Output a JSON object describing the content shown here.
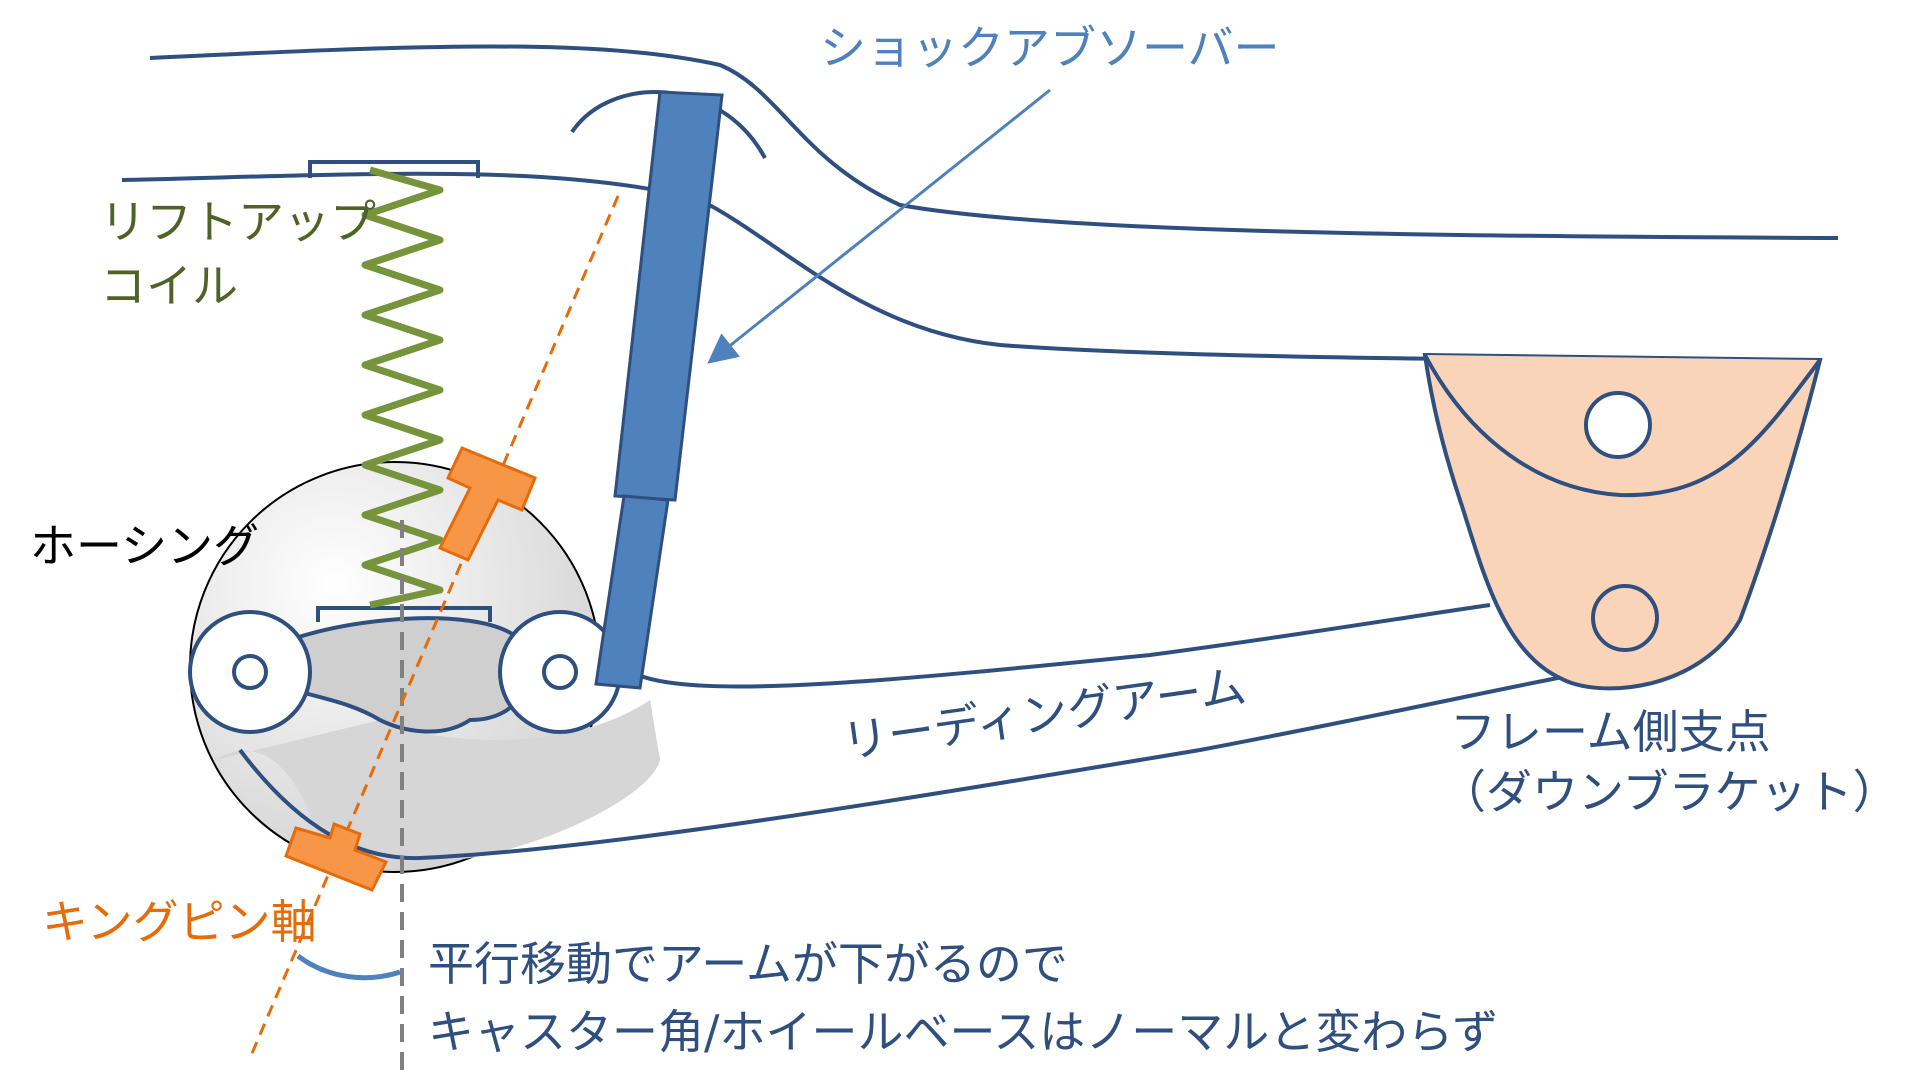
{
  "labels": {
    "shock_absorber": "ショックアブソーバー",
    "lift_up_coil_line1": "リフトアップ",
    "lift_up_coil_line2": "コイル",
    "housing": "ホーシング",
    "leading_arm": "リーディングアーム",
    "frame_pivot_line1": "フレーム側支点",
    "frame_pivot_line2": "（ダウンブラケット）",
    "kingpin_axis": "キングピン軸",
    "note_line1": "平行移動でアームが下がるので",
    "note_line2": "キャスター角/ホイールベースはノーマルと変わらず"
  },
  "colors": {
    "outline": "#2f4f7f",
    "shock": "#4f81bd",
    "shock_label": "#4f81bd",
    "coil": "#77933c",
    "coil_label": "#4f6228",
    "kingpin": "#e46c0a",
    "bracket_fill": "#fad4b8",
    "housing_fill": "#dcdcdc",
    "housing_label": "#000000",
    "vertical_ref": "#808080"
  }
}
